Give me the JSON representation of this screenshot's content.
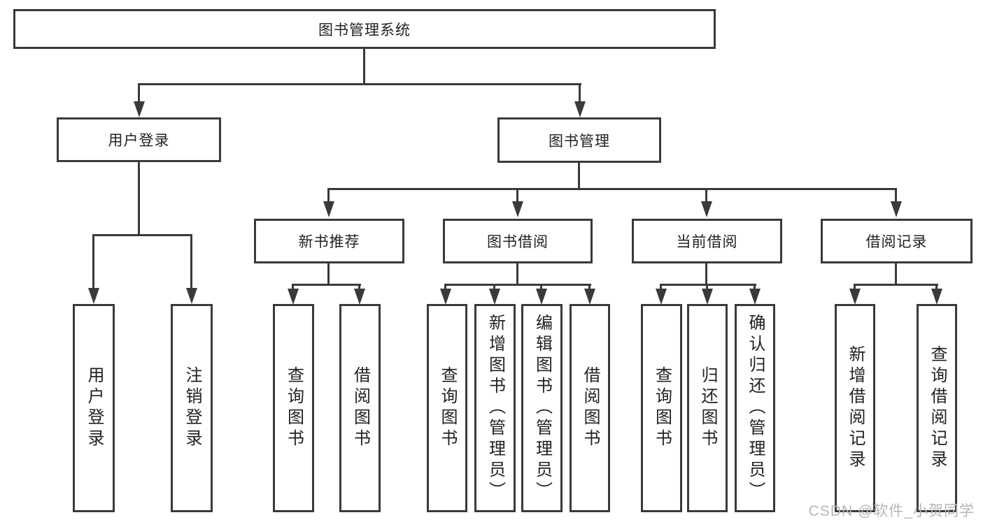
{
  "colors": {
    "line": "#3a3a3a",
    "text": "#222222",
    "background": "#ffffff",
    "watermark": "#b5b5b5"
  },
  "watermark": "CSDN @软件_小贺同学",
  "root": {
    "label": "图书管理系统"
  },
  "branches": [
    {
      "label": "用户登录",
      "children": [
        {
          "label": "用户登录"
        },
        {
          "label": "注销登录"
        }
      ]
    },
    {
      "label": "图书管理",
      "children": [
        {
          "label": "新书推荐",
          "children": [
            {
              "label": "查询图书"
            },
            {
              "label": "借阅图书"
            }
          ]
        },
        {
          "label": "图书借阅",
          "children": [
            {
              "label": "查询图书"
            },
            {
              "label": "新增图书（管理员）"
            },
            {
              "label": "编辑图书（管理员）"
            },
            {
              "label": "借阅图书"
            }
          ]
        },
        {
          "label": "当前借阅",
          "children": [
            {
              "label": "查询图书"
            },
            {
              "label": "归还图书"
            },
            {
              "label": "确认归还（管理员）"
            }
          ]
        },
        {
          "label": "借阅记录",
          "children": [
            {
              "label": "新增借阅记录"
            },
            {
              "label": "查询借阅记录"
            }
          ]
        }
      ]
    }
  ]
}
